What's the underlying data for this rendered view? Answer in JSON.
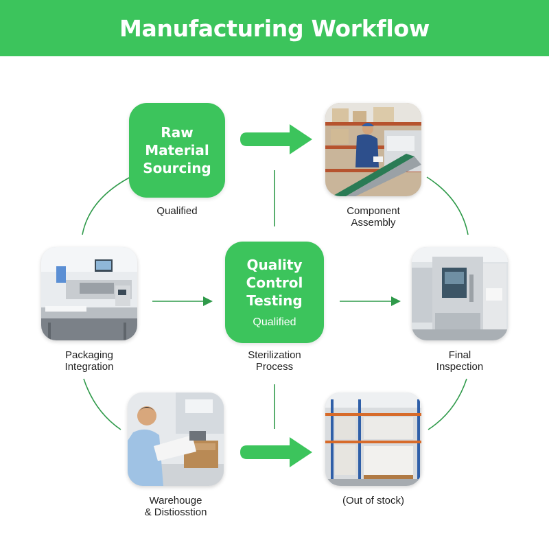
{
  "title": "Manufacturing Workflow",
  "colors": {
    "accent": "#3cc45c",
    "connector": "#2f9a4a"
  },
  "nodes": {
    "raw_material": {
      "title": "Raw\nMaterial\nSourcing",
      "caption": "Qualified"
    },
    "component_assembly": {
      "caption": "Component\nAssembly",
      "icon": "conveyor-worker-photo"
    },
    "packaging_integration": {
      "caption": "Packaging\nIntegration",
      "icon": "packaging-machine-photo"
    },
    "quality_control": {
      "title": "Quality\nControl\nTesting",
      "subtitle": "Qualified",
      "caption": "Sterilization\nProcess"
    },
    "final_inspection": {
      "caption": "Final\nInspection",
      "icon": "test-chamber-photo"
    },
    "warehouse_distribution": {
      "caption": "Warehouge\n& Distiosstion",
      "icon": "worker-with-parcel-photo"
    },
    "out_of_stock": {
      "caption": "(Out of stock)",
      "icon": "warehouse-pallets-photo"
    }
  }
}
